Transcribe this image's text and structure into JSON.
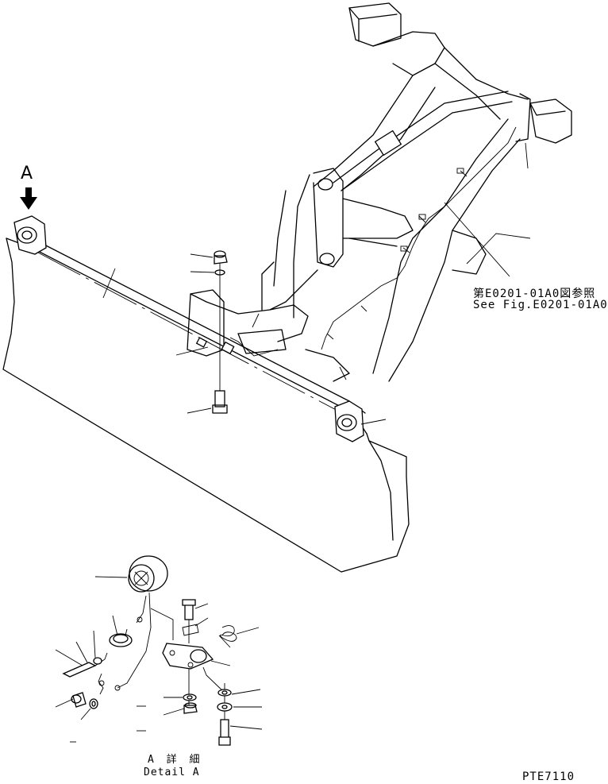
{
  "diagram": {
    "view_label": "A",
    "reference_note": {
      "japanese": "第E0201-01A0図参照",
      "english": "See Fig.E0201-01A0"
    },
    "detail_title": {
      "japanese": "A 詳 細",
      "english": "Detail A"
    },
    "drawing_code": "PTE7110"
  }
}
